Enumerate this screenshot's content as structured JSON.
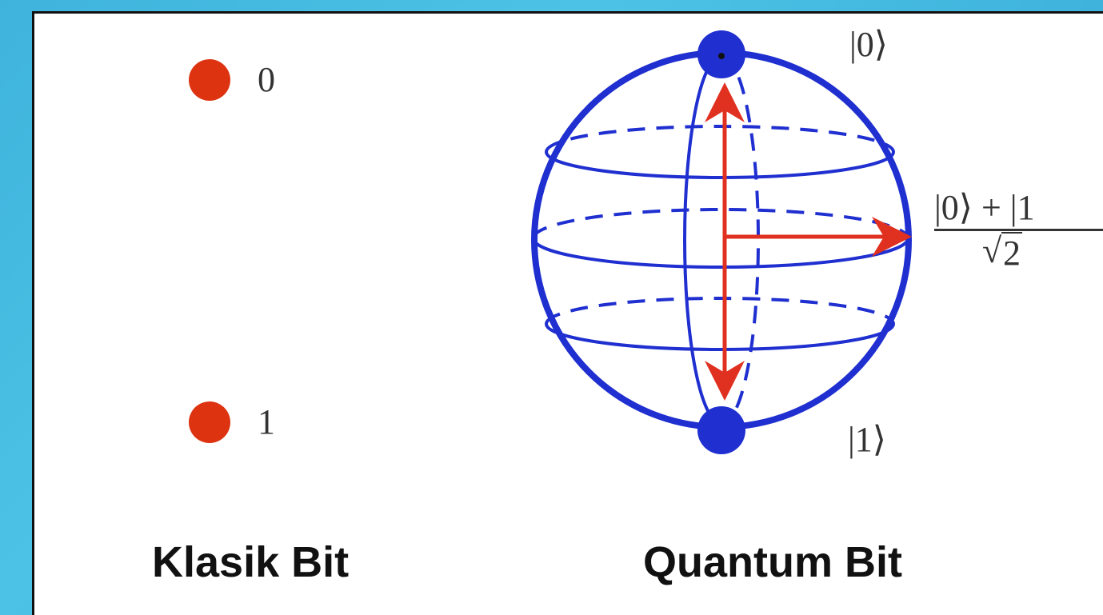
{
  "classical": {
    "state0_label": "0",
    "state1_label": "1",
    "caption": "Klasik Bit",
    "dot_color": "#dd3311"
  },
  "quantum": {
    "ket0": "|0⟩",
    "ket1": "|1⟩",
    "superposition_numerator": "|0⟩ + |1",
    "superposition_denominator": "2",
    "caption": "Quantum Bit",
    "sphere_color": "#1f2fd0",
    "arrow_color": "#e03020"
  },
  "colors": {
    "background": "#3fb3dc",
    "panel": "#ffffff"
  }
}
